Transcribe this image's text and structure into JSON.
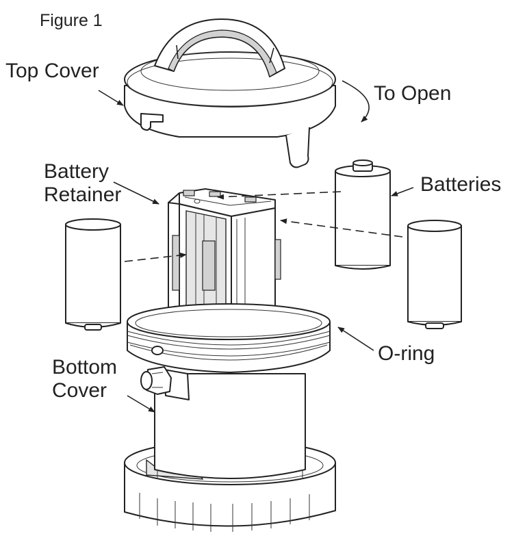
{
  "figure": {
    "title": "Figure 1"
  },
  "labels": {
    "top_cover": "Top Cover",
    "to_open": "To Open",
    "battery_retainer_line1": "Battery",
    "battery_retainer_line2": "Retainer",
    "batteries": "Batteries",
    "o_ring": "O-ring",
    "bottom_cover_line1": "Bottom",
    "bottom_cover_line2": "Cover"
  },
  "colors": {
    "line": "#222222",
    "shade": "#e6e6e6",
    "background": "#ffffff"
  }
}
